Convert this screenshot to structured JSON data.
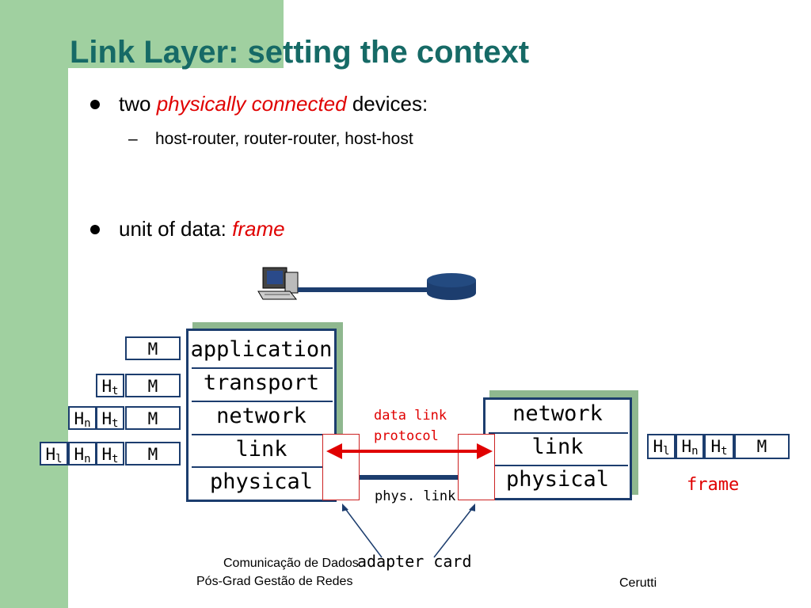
{
  "title": "Link Layer: setting the context",
  "bullets": {
    "b1_pre": "two ",
    "b1_em": "physically connected",
    "b1_post": " devices:",
    "sub1": "host-router, router-router, host-host",
    "b2_pre": "unit of data: ",
    "b2_em": "frame"
  },
  "left_stack": [
    "application",
    "transport",
    "network",
    "link",
    "physical"
  ],
  "right_stack": [
    "network",
    "link",
    "physical"
  ],
  "headers": {
    "M": "M",
    "H": "H",
    "t": "t",
    "n": "n",
    "l": "l"
  },
  "labels": {
    "data_link_protocol_1": "data link",
    "data_link_protocol_2": "protocol",
    "phys_link": "phys. link",
    "frame": "frame",
    "adapter_card": "adapter card"
  },
  "footer": {
    "line1": "Comunicação de Dados",
    "line2": "Pós-Grad Gestão de Redes",
    "author": "Cerutti"
  },
  "colors": {
    "title": "#166a66",
    "accent_red": "#e00000",
    "green_frame": "#a0d0a0",
    "stack_border": "#1c3d6e"
  },
  "icons": [
    "computer-icon",
    "router-icon"
  ]
}
